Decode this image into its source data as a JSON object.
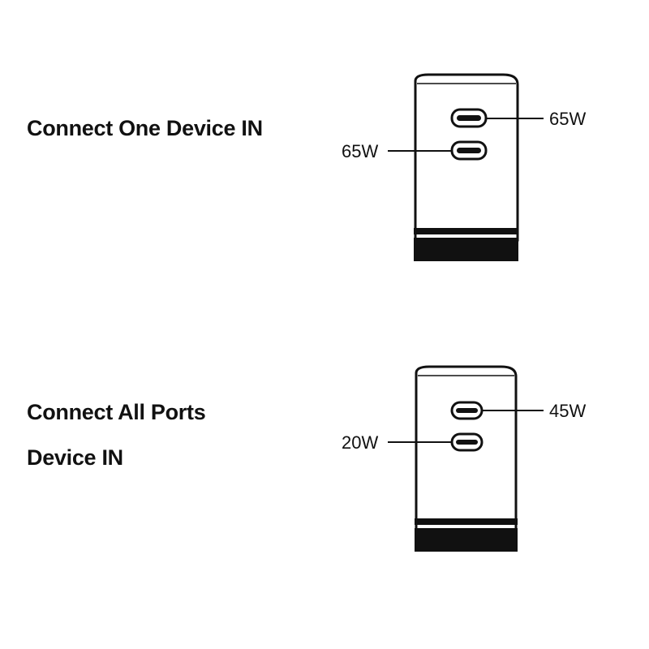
{
  "scenario_one": {
    "heading": "Connect One Device IN",
    "top_port_label": "65W",
    "bottom_port_label": "65W"
  },
  "scenario_all": {
    "heading_line1": "Connect All Ports",
    "heading_line2": "Device IN",
    "top_port_label": "45W",
    "bottom_port_label": "20W"
  }
}
